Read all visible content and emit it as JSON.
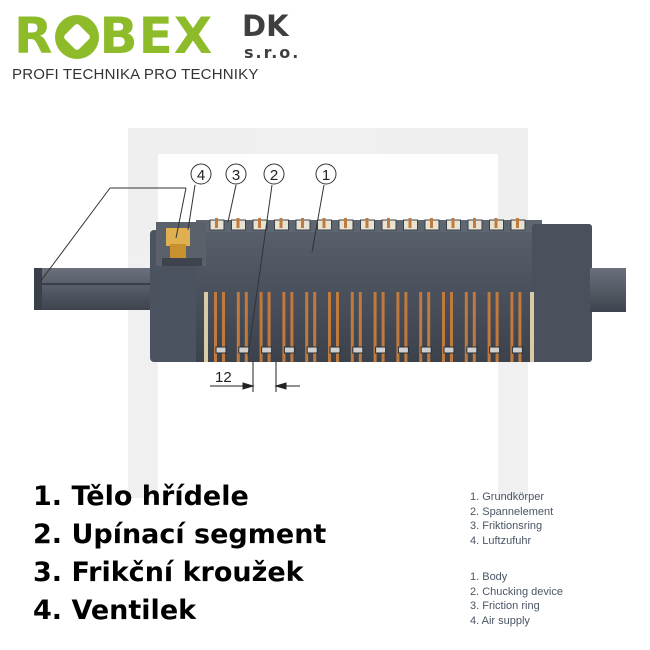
{
  "logo": {
    "word": "ROBEX",
    "suffix": "DK",
    "company_type": "s.r.o.",
    "tagline": "PROFI TECHNIKA PRO TECHNIKY"
  },
  "diagram": {
    "callouts": [
      "4",
      "3",
      "2",
      "1"
    ],
    "dimension": "12"
  },
  "legend_cz": [
    "1. Tělo hřídele",
    "2. Upínací segment",
    "3. Frikční kroužek",
    "4. Ventilek"
  ],
  "legend_de": [
    "1. Grundkörper",
    "2. Spannelement",
    "3. Friktionsring",
    "4. Luftzufuhr"
  ],
  "legend_en": [
    "1. Body",
    "2. Chucking device",
    "3. Friction ring",
    "4. Air supply"
  ],
  "colors": {
    "brand_green": "#8dbb2a",
    "brand_dark": "#3f3f3f",
    "shaft": "#4b5360",
    "ring": "#c07a3e"
  }
}
